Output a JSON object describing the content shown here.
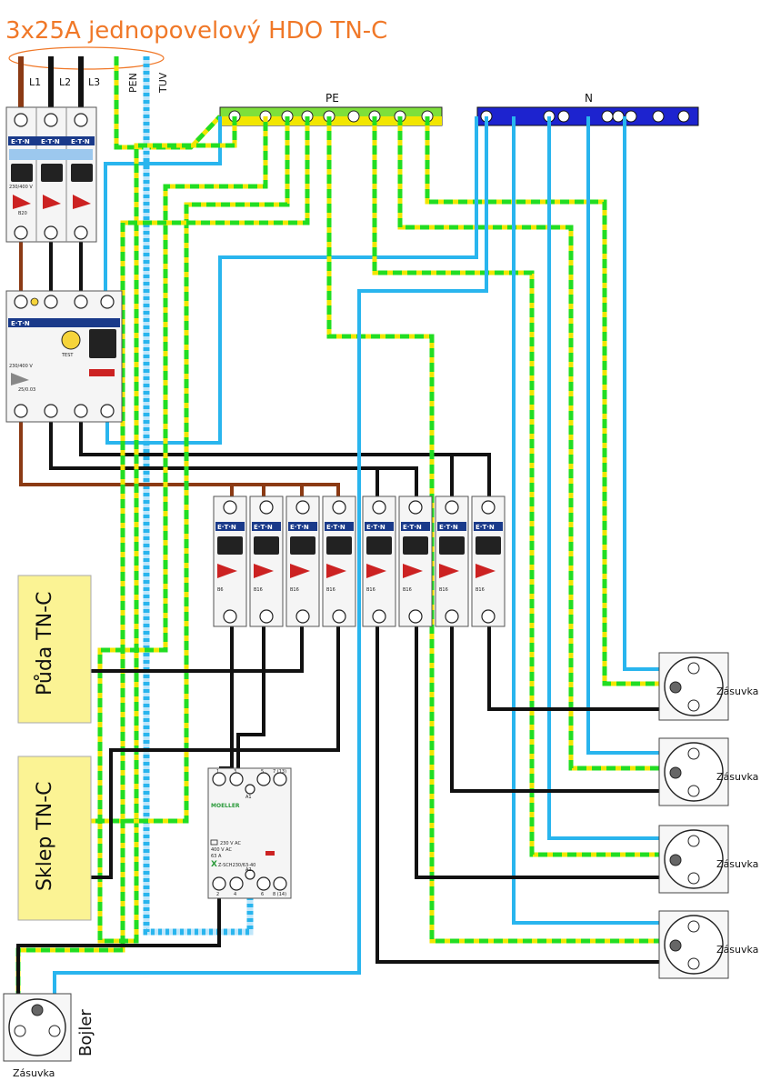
{
  "title": "3x25A jednopovelový HDO TN-C",
  "supply": {
    "phases": [
      "L1",
      "L2",
      "L3"
    ],
    "pen_label": "PEN",
    "tuv_label": "TUV"
  },
  "busbars": {
    "pe_label": "PE",
    "n_label": "N"
  },
  "main_breaker": {
    "brand": "E·T·N",
    "rating": "B20",
    "voltage": "230/400 V"
  },
  "rcd": {
    "brand": "E·T·N",
    "rating": "25/0.03",
    "test_label": "TEST",
    "voltage": "230/400 V"
  },
  "branch_breakers": [
    {
      "brand": "E·T·N",
      "rating": "B6"
    },
    {
      "brand": "E·T·N",
      "rating": "B16"
    },
    {
      "brand": "E·T·N",
      "rating": "B16"
    },
    {
      "brand": "E·T·N",
      "rating": "B16"
    },
    {
      "brand": "E·T·N",
      "rating": "B16"
    },
    {
      "brand": "E·T·N",
      "rating": "B16"
    },
    {
      "brand": "E·T·N",
      "rating": "B16"
    },
    {
      "brand": "E·T·N",
      "rating": "B16"
    }
  ],
  "contactor": {
    "brand": "MOELLER",
    "spec_lines": [
      "230 V AC",
      "400 V AC",
      "63 A",
      "Z-SCH230/63-40"
    ],
    "top_terminals": [
      "1",
      "3",
      "5",
      "7 (13)"
    ],
    "bottom_terminals": [
      "2",
      "4",
      "6",
      "8 (14)"
    ],
    "a1_label": "A1",
    "a2_label": "A2"
  },
  "boxes": [
    {
      "label": "Půda TN-C",
      "fill": "#fbf394"
    },
    {
      "label": "Sklep TN-C",
      "fill": "#fbf394"
    }
  ],
  "sockets": [
    {
      "label": "Zásuvka"
    },
    {
      "label": "Zásuvka"
    },
    {
      "label": "Zásuvka"
    },
    {
      "label": "Zásuvka"
    }
  ],
  "boiler": {
    "socket_label": "Zásuvka",
    "name": "Bojler"
  },
  "colors": {
    "title": "#f07828",
    "phase_l1": "#8b3a14",
    "phase_black": "#111111",
    "neutral": "#29b5ee",
    "pe_green": "#22dd22",
    "pe_yellow": "#f2e600",
    "n_bar": "#1d23cf",
    "brand_bar": "#1a3a8a",
    "box_fill": "#fbf394"
  }
}
